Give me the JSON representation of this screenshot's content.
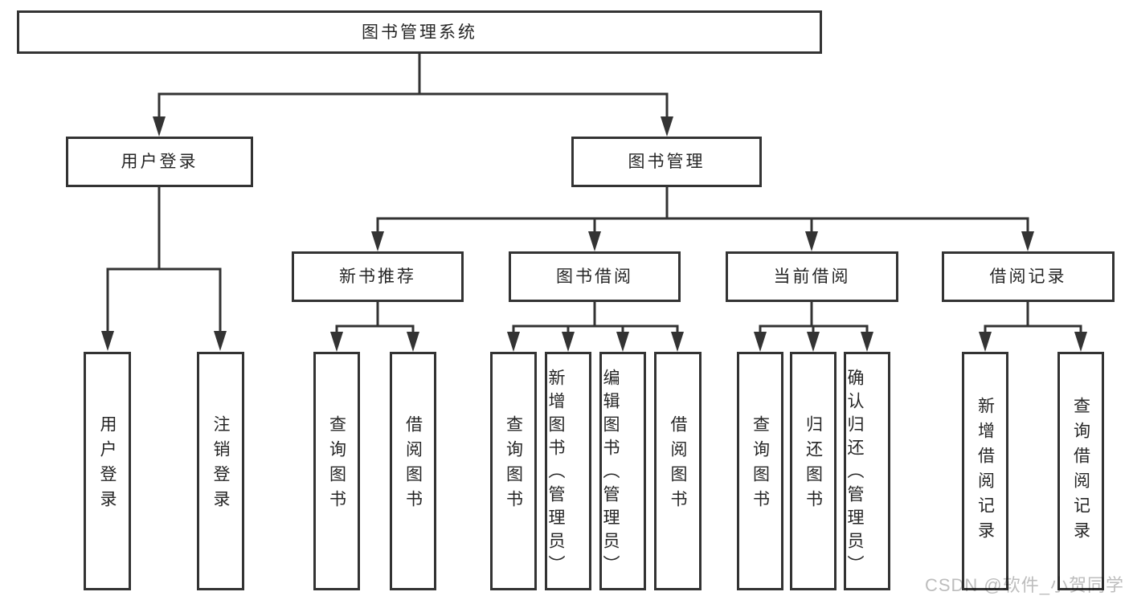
{
  "diagram": {
    "root": {
      "label": "图书管理系统"
    },
    "branches": [
      {
        "label": "用户登录",
        "children": [
          {
            "label": "用户登录"
          },
          {
            "label": "注销登录"
          }
        ]
      },
      {
        "label": "图书管理",
        "sections": [
          {
            "label": "新书推荐",
            "children": [
              {
                "label": "查询图书"
              },
              {
                "label": "借阅图书"
              }
            ]
          },
          {
            "label": "图书借阅",
            "children": [
              {
                "label": "查询图书"
              },
              {
                "label": "新增图书（管理员）"
              },
              {
                "label": "编辑图书（管理员）"
              },
              {
                "label": "借阅图书"
              }
            ]
          },
          {
            "label": "当前借阅",
            "children": [
              {
                "label": "查询图书"
              },
              {
                "label": "归还图书"
              },
              {
                "label": "确认归还（管理员）"
              }
            ]
          },
          {
            "label": "借阅记录",
            "children": [
              {
                "label": "新增借阅记录"
              },
              {
                "label": "查询借阅记录"
              }
            ]
          }
        ]
      }
    ]
  },
  "watermark": {
    "text": "CSDN @软件_小贺同学"
  },
  "colors": {
    "line": "#333333",
    "text": "#262626",
    "background": "#ffffff",
    "watermark": "#bdbdbd"
  }
}
